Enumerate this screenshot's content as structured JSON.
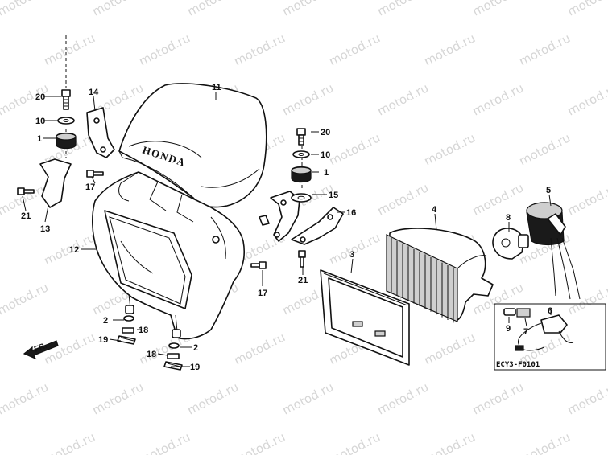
{
  "watermark": "motod.ru",
  "brand": "HONDA",
  "diagram_code": "ECY3-F0101",
  "direction_label": "FR.",
  "callouts": {
    "c20a": "20",
    "c10a": "10",
    "c1a": "1",
    "c14": "14",
    "c11": "11",
    "c13": "13",
    "c21a": "21",
    "c17a": "17",
    "c12": "12",
    "c20b": "20",
    "c10b": "10",
    "c1b": "1",
    "c15": "15",
    "c16": "16",
    "c21b": "21",
    "c17b": "17",
    "c3": "3",
    "c4": "4",
    "c5": "5",
    "c8": "8",
    "c2a": "2",
    "c18a": "18",
    "c19a": "19",
    "c18b": "18",
    "c2b": "2",
    "c19b": "19",
    "c9": "9",
    "c7": "7",
    "c6": "6"
  }
}
